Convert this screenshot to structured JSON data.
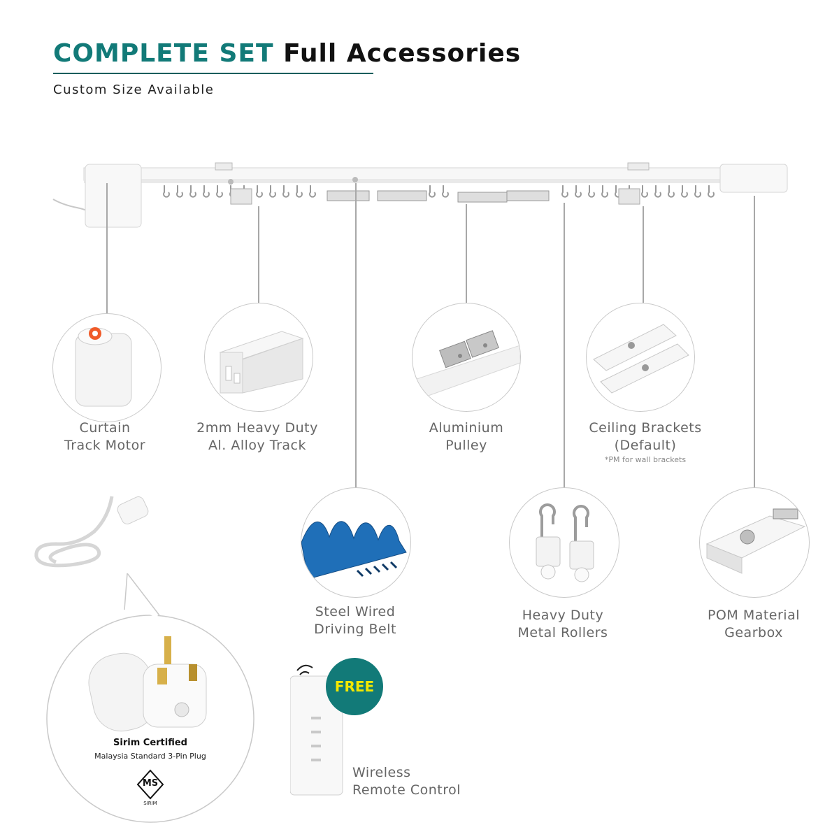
{
  "header": {
    "title_highlight": "COMPLETE SET",
    "title_rest": "Full Accessories",
    "subtitle": "Custom Size Available"
  },
  "items": [
    {
      "line1": "Curtain",
      "line2": "Track Motor"
    },
    {
      "line1": "2mm Heavy Duty",
      "line2": "Al. Alloy Track"
    },
    {
      "line1": "Aluminium",
      "line2": "Pulley"
    },
    {
      "line1": "Ceiling Brackets",
      "line2": "(Default)",
      "note": "*PM for wall brackets"
    },
    {
      "line1": "Steel Wired",
      "line2": "Driving Belt"
    },
    {
      "line1": "Heavy Duty",
      "line2": "Metal Rollers"
    },
    {
      "line1": "POM Material",
      "line2": "Gearbox"
    },
    {
      "line1": "Wireless",
      "line2": "Remote Control"
    }
  ],
  "remote": {
    "badge": "FREE"
  },
  "plug": {
    "title": "Sirim Certified",
    "subtitle": "Malaysia Standard 3-Pin Plug",
    "logo_text": "MS",
    "logo_caption": "SIRIM"
  },
  "colors": {
    "accent": "#127a78",
    "badge_text": "#f3e800",
    "belt": "#1f6fb8"
  }
}
